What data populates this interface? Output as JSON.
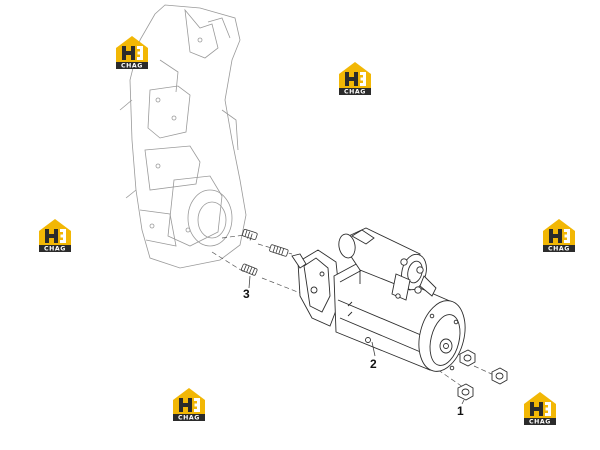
{
  "diagram": {
    "callouts": [
      {
        "label": "1"
      },
      {
        "label": "2"
      },
      {
        "label": "3"
      }
    ]
  },
  "watermark": {
    "text": "CHAG",
    "colors": {
      "gold": "#f2b705",
      "dark": "#2b2b2b"
    }
  },
  "colors": {
    "line": "#3a3a3a",
    "ghost": "#9a9a9a",
    "leader": "#444444"
  }
}
